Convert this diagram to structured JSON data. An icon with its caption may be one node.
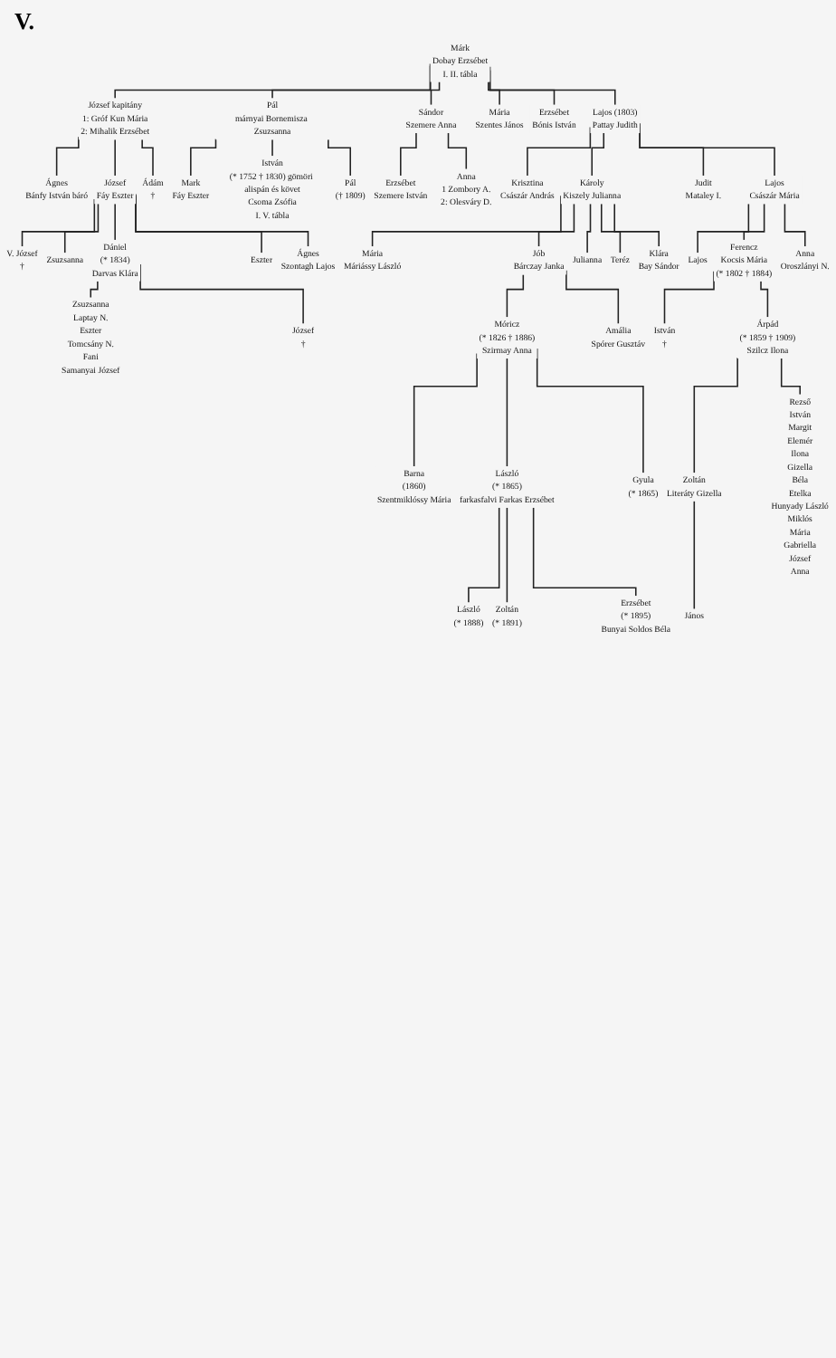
{
  "diagram": {
    "nodes": [
      {
        "text": [
          "Márk",
          "Dobay Erzsébet",
          "I. II. tábla"
        ]
      },
      {
        "text": [
          "József kapitány",
          "1: Gróf Kun Mária",
          "2: Mihalik Erzsébet"
        ]
      },
      {
        "text": [
          "Pál",
          "márnyai Bornemisza Zsuzsanna"
        ]
      },
      {
        "text": [
          "Sándor",
          "Szemere Anna"
        ]
      },
      {
        "text": [
          "Mária",
          "Szentes János"
        ]
      },
      {
        "text": [
          "Erzsébet",
          "Bónis István"
        ]
      },
      {
        "text": [
          "Lajos (1803)",
          "Pattay Judith"
        ]
      },
      {
        "text": [
          "Krisztina",
          "Császár András"
        ]
      },
      {
        "text": [
          "Károly",
          "Kiszely Julianna"
        ]
      },
      {
        "text": [
          "Judit",
          "Mataley I."
        ]
      },
      {
        "text": [
          "Lajos",
          "Császár Mária"
        ]
      },
      {
        "text": [
          "Lajos"
        ]
      },
      {
        "text": [
          "Ferencz",
          "Kocsis Mária",
          "(* 1802 † 1884)"
        ]
      },
      {
        "text": [
          "Anna",
          "Oroszlányi N."
        ]
      },
      {
        "text": [
          "Erzsébet",
          "Szemere István"
        ]
      },
      {
        "text": [
          "Anna",
          "1 Zombory A.",
          "2: Olesváry D."
        ]
      },
      {
        "text": [
          "Mark",
          "Fáy Eszter"
        ]
      },
      {
        "text": [
          "István",
          "(* 1752 † 1830) gömöri alispán és követ",
          "Csoma Zsófia",
          "I. V. tábla"
        ]
      },
      {
        "text": [
          "Pál",
          "(† 1809)"
        ]
      },
      {
        "text": [
          "István",
          "†"
        ]
      },
      {
        "text": [
          "Árpád",
          "(* 1859 † 1909)",
          "Szilcz Ilona"
        ]
      },
      {
        "text": [
          "Ágnes",
          "Bánfy István báró"
        ]
      },
      {
        "text": [
          "József",
          "Fáy Eszter"
        ]
      },
      {
        "text": [
          "Ádám",
          "†"
        ]
      },
      {
        "text": [
          "Zoltán",
          "Literáty Gizella"
        ]
      },
      {
        "text": [
          "Rezső",
          "István",
          "Margit",
          "Elemér",
          "Ilona",
          "Gizella",
          "Béla",
          "Etelka",
          "Hunyady László",
          "Miklós",
          "Mária",
          "Gabriella",
          "József",
          "Anna"
        ]
      },
      {
        "text": [
          "János"
        ]
      },
      {
        "text": [
          "V. József",
          "†"
        ]
      },
      {
        "text": [
          "Zsuzsanna"
        ]
      },
      {
        "text": [
          "Dániel",
          "(* 1834)",
          "Darvas Klára"
        ]
      },
      {
        "text": [
          "Eszter"
        ]
      },
      {
        "text": [
          "Ágnes",
          "Szontagh Lajos"
        ]
      },
      {
        "text": [
          "Zsuzsanna",
          "Laptay N.",
          "Eszter",
          "Tomcsány N.",
          "Fani",
          "Samanyai József"
        ]
      },
      {
        "text": [
          "József",
          "†"
        ]
      },
      {
        "text": [
          "Mária",
          "Máriássy László"
        ]
      },
      {
        "text": [
          "Jób",
          "Bárczay Janka"
        ]
      },
      {
        "text": [
          "Julianna"
        ]
      },
      {
        "text": [
          "Teréz"
        ]
      },
      {
        "text": [
          "Klára",
          "Bay Sándor"
        ]
      },
      {
        "text": [
          "Móricz",
          "(* 1826 † 1886)",
          "Szirmay Anna"
        ]
      },
      {
        "text": [
          "Amália",
          "Spórer Gusztáv"
        ]
      },
      {
        "text": [
          "Barna",
          "(1860)",
          "Szentmiklóssy Mária"
        ]
      },
      {
        "text": [
          "László",
          "(* 1865)",
          "farkasfalvi Farkas Erzsébet"
        ]
      },
      {
        "text": [
          "Gyula",
          "(* 1865)"
        ]
      },
      {
        "text": [
          "László",
          "(* 1888)"
        ]
      },
      {
        "text": [
          "Zoltán",
          "(* 1891)"
        ]
      },
      {
        "text": [
          "Erzsébet",
          "(* 1895)",
          "Bunyai Soldos Béla"
        ]
      }
    ],
    "edges": [
      {
        "from": 0,
        "to": 1,
        "arrow": "none"
      },
      {
        "from": 0,
        "to": 2,
        "arrow": "none"
      },
      {
        "from": 0,
        "to": 3,
        "arrow": "none"
      },
      {
        "from": 0,
        "to": 4,
        "arrow": "none"
      },
      {
        "from": 0,
        "to": 5,
        "arrow": "none"
      },
      {
        "from": 0,
        "to": 6,
        "arrow": "none"
      },
      {
        "from": 6,
        "to": 7,
        "arrow": "none"
      },
      {
        "from": 6,
        "to": 8,
        "arrow": "none"
      },
      {
        "from": 6,
        "to": 9,
        "arrow": "none"
      },
      {
        "from": 6,
        "to": 10,
        "arrow": "none"
      },
      {
        "from": 10,
        "to": 11,
        "arrow": "none"
      },
      {
        "from": 10,
        "to": 12,
        "arrow": "none"
      },
      {
        "from": 10,
        "to": 13,
        "arrow": "none"
      },
      {
        "from": 3,
        "to": 14,
        "arrow": "none"
      },
      {
        "from": 3,
        "to": 15,
        "arrow": "none"
      },
      {
        "from": 2,
        "to": 16,
        "arrow": "none"
      },
      {
        "from": 2,
        "to": 17,
        "arrow": "none"
      },
      {
        "from": 2,
        "to": 18,
        "arrow": "none"
      },
      {
        "from": 12,
        "to": 19,
        "arrow": "none"
      },
      {
        "from": 12,
        "to": 20,
        "arrow": "none"
      },
      {
        "from": 1,
        "to": 21,
        "arrow": "none"
      },
      {
        "from": 1,
        "to": 22,
        "arrow": "none"
      },
      {
        "from": 1,
        "to": 23,
        "arrow": "none"
      },
      {
        "from": 20,
        "to": 24,
        "arrow": "none"
      },
      {
        "from": 20,
        "to": 25,
        "arrow": "none"
      },
      {
        "from": 24,
        "to": 26,
        "arrow": "none"
      },
      {
        "from": 22,
        "to": 27,
        "arrow": "none"
      },
      {
        "from": 22,
        "to": 28,
        "arrow": "none"
      },
      {
        "from": 22,
        "to": 29,
        "arrow": "none"
      },
      {
        "from": 22,
        "to": 30,
        "arrow": "none"
      },
      {
        "from": 22,
        "to": 31,
        "arrow": "none"
      },
      {
        "from": 29,
        "to": 32,
        "arrow": "none"
      },
      {
        "from": 29,
        "to": 33,
        "arrow": "none"
      },
      {
        "from": 8,
        "to": 34,
        "arrow": "none"
      },
      {
        "from": 8,
        "to": 35,
        "arrow": "none"
      },
      {
        "from": 8,
        "to": 36,
        "arrow": "none"
      },
      {
        "from": 8,
        "to": 37,
        "arrow": "none"
      },
      {
        "from": 8,
        "to": 38,
        "arrow": "none"
      },
      {
        "from": 35,
        "to": 39,
        "arrow": "none"
      },
      {
        "from": 35,
        "to": 40,
        "arrow": "none"
      },
      {
        "from": 39,
        "to": 41,
        "arrow": "none"
      },
      {
        "from": 39,
        "to": 42,
        "arrow": "none"
      },
      {
        "from": 39,
        "to": 43,
        "arrow": "none"
      },
      {
        "from": 42,
        "to": 44,
        "arrow": "none"
      },
      {
        "from": 42,
        "to": 45,
        "arrow": "none"
      },
      {
        "from": 42,
        "to": 46,
        "arrow": "none"
      }
    ],
    "labels": [
      "V."
    ]
  }
}
